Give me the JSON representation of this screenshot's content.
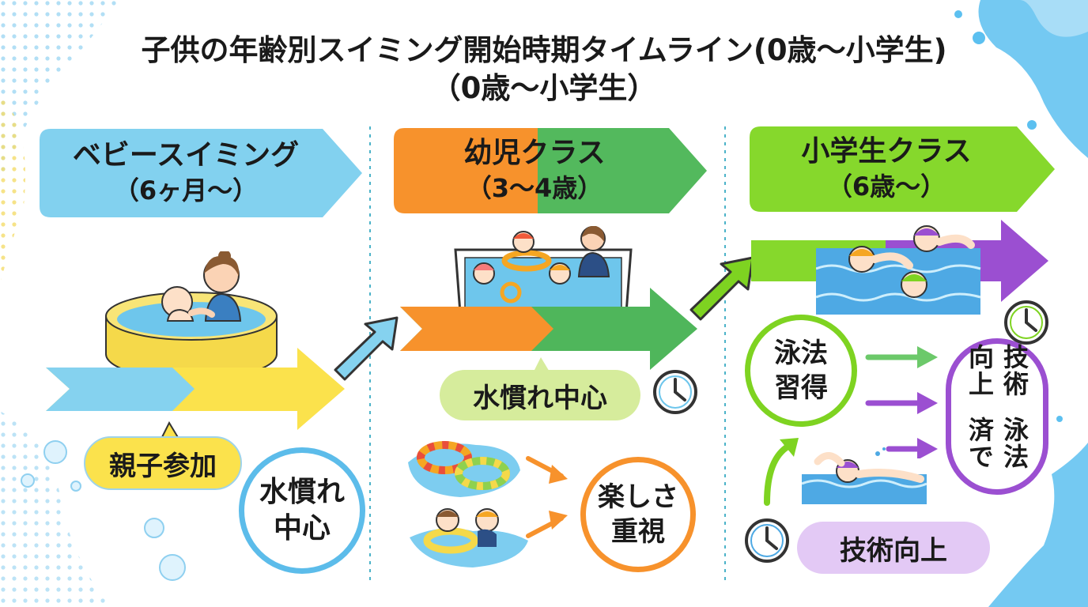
{
  "title": {
    "line1": "子供の年齢別スイミング開始時期タイムライン(0歳〜小学生)",
    "line2": "（0歳〜小学生）"
  },
  "columns": [
    {
      "name": "ベビースイミング",
      "age": "（6ヶ月〜）",
      "pill_label": "親子参加",
      "circle_label": [
        "水慣れ",
        "中心"
      ],
      "color": "#7fcff0",
      "accent": "#ffe14d"
    },
    {
      "name": "幼児クラス",
      "age": "（3〜4歳）",
      "pill_label": "水慣れ中心",
      "circle_label": [
        "楽しさ",
        "重視"
      ],
      "color": "#f7922c",
      "accent": "#4db65a"
    },
    {
      "name": "小学生クラス",
      "age": "（6歳〜）",
      "circle_left_label": [
        "泳法",
        "習得"
      ],
      "circle_right_label": [
        "泳法済で",
        "技術向上"
      ],
      "pill_label": "技術向上",
      "color": "#7ed321",
      "accent": "#9b4fd1"
    }
  ],
  "icons": [
    "clock-icon",
    "swim-ring-icon",
    "arrow-icon",
    "pool-icon",
    "swimmer-icon",
    "bubble-icon",
    "splash-icon"
  ]
}
